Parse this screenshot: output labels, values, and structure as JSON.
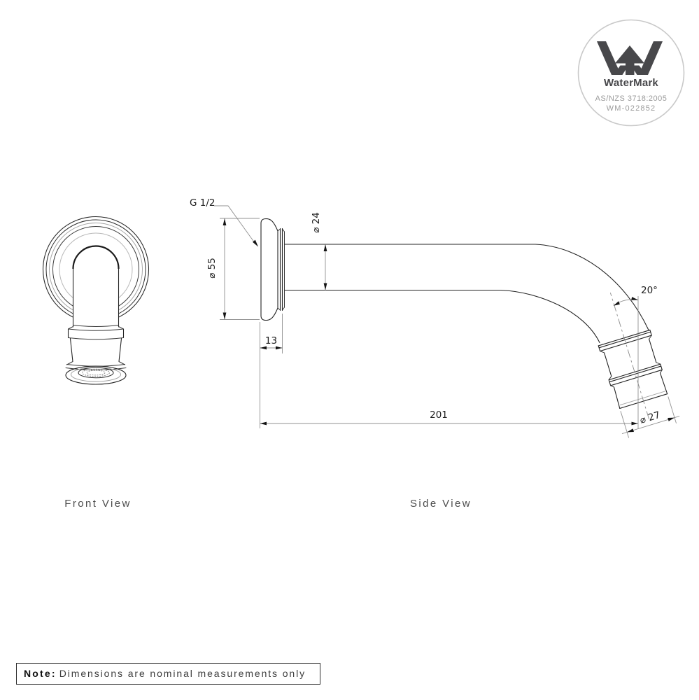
{
  "document": {
    "type": "technical-drawing",
    "background": "#ffffff"
  },
  "views": {
    "front": {
      "label": "Front View"
    },
    "side": {
      "label": "Side View"
    }
  },
  "dimensions": {
    "thread_size": "G 1/2",
    "flange_diameter": "⌀ 55",
    "arm_diameter": "⌀ 24",
    "flange_depth": "13",
    "overall_length": "201",
    "outlet_angle": "20°",
    "outlet_diameter": "⌀ 27"
  },
  "certification": {
    "brand": "WaterMark",
    "standard": "AS/NZS 3718:2005",
    "license": "WM-022852"
  },
  "note": {
    "label": "Note:",
    "text": "Dimensions are nominal measurements only"
  },
  "colors": {
    "outline": "#242424",
    "dimension_line": "#909090",
    "logo_mark": "#48484b",
    "logo_ring": "#c9c9c9"
  }
}
